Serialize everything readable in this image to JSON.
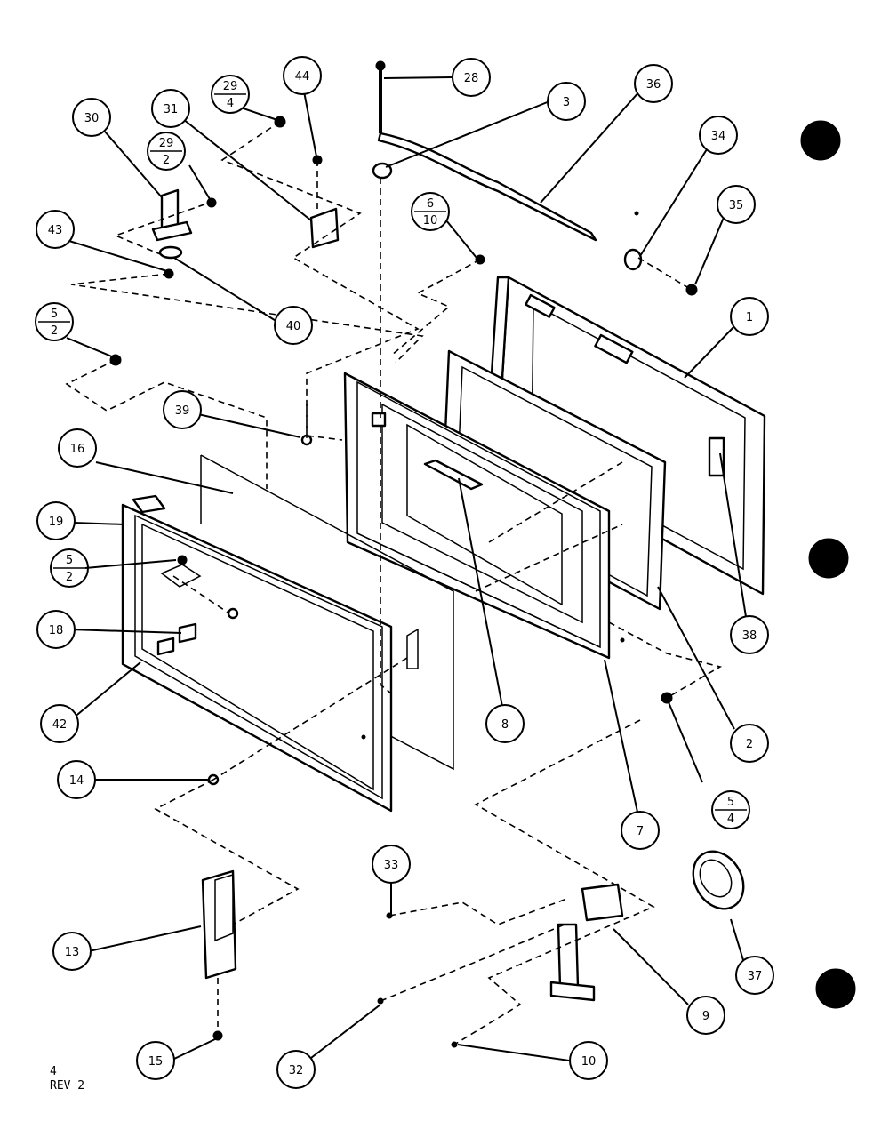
{
  "callouts": {
    "c1": "1",
    "c2": "2",
    "c3": "3",
    "c7": "7",
    "c8": "8",
    "c9": "9",
    "c10": "10",
    "c13": "13",
    "c14": "14",
    "c15": "15",
    "c16": "16",
    "c18": "18",
    "c19": "19",
    "c28": "28",
    "c30": "30",
    "c31": "31",
    "c32": "32",
    "c33": "33",
    "c34": "34",
    "c35": "35",
    "c36": "36",
    "c37": "37",
    "c38": "38",
    "c39": "39",
    "c40": "40",
    "c42": "42",
    "c43": "43",
    "c44": "44"
  },
  "fractions": {
    "f29_4": {
      "top": "29",
      "bottom": "4"
    },
    "f29_2": {
      "top": "29",
      "bottom": "2"
    },
    "f6_10": {
      "top": "6",
      "bottom": "10"
    },
    "f5_2a": {
      "top": "5",
      "bottom": "2"
    },
    "f5_2b": {
      "top": "5",
      "bottom": "2"
    },
    "f5_4": {
      "top": "5",
      "bottom": "4"
    }
  },
  "footer": {
    "page": "4",
    "rev": "REV 2"
  },
  "colors": {
    "ink": "#000000",
    "paper": "#ffffff"
  }
}
